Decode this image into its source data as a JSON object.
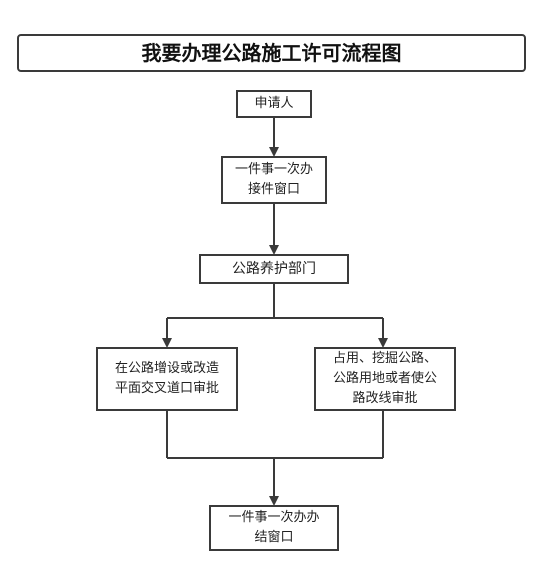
{
  "title": "我要办理公路施工许可流程图",
  "nodes": {
    "applicant": "申请人",
    "one_stop_window": "一件事一次办\n接件窗口",
    "road_department": "公路养护部门",
    "intersection_approval": "在公路增设或改造\n平面交叉道口审批",
    "road_use_approval": "占用、挖掘公路、\n公路用地或者使公\n路改线审批",
    "completion_window": "一件事一次办办\n结窗口"
  },
  "colors": {
    "stroke": "#3a3a3a",
    "text": "#222222"
  }
}
